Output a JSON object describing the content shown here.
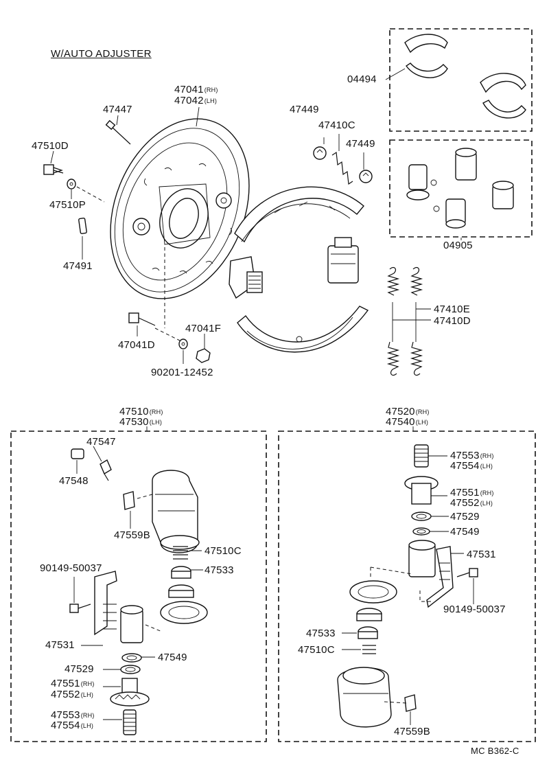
{
  "diagram": {
    "title": "W/AUTO ADJUSTER",
    "code": "MC B362-C",
    "suffix_rh": "(RH)",
    "suffix_lh": "(LH)",
    "labels": {
      "p47041": "47041",
      "p47042": "47042",
      "p47447": "47447",
      "p47510D": "47510D",
      "p47510P": "47510P",
      "p47491": "47491",
      "p47041D": "47041D",
      "p47041F": "47041F",
      "p90201": "90201-12452",
      "p47449a": "47449",
      "p47410C": "47410C",
      "p47449b": "47449",
      "p04494": "04494",
      "p04905": "04905",
      "p47410E": "47410E",
      "p47410D": "47410D",
      "l47510": "47510",
      "l47530": "47530",
      "l47547": "47547",
      "l47548": "47548",
      "l47559B": "47559B",
      "l47510C": "47510C",
      "l47533": "47533",
      "l90149": "90149-50037",
      "l47531": "47531",
      "l47549": "47549",
      "l47529": "47529",
      "l47551": "47551",
      "l47552": "47552",
      "l47553": "47553",
      "l47554": "47554",
      "r47520": "47520",
      "r47540": "47540",
      "r47553": "47553",
      "r47554": "47554",
      "r47551": "47551",
      "r47552": "47552",
      "r47529": "47529",
      "r47549": "47549",
      "r47531": "47531",
      "r90149": "90149-50037",
      "r47533": "47533",
      "r47510C": "47510C",
      "r47559B": "47559B"
    }
  }
}
